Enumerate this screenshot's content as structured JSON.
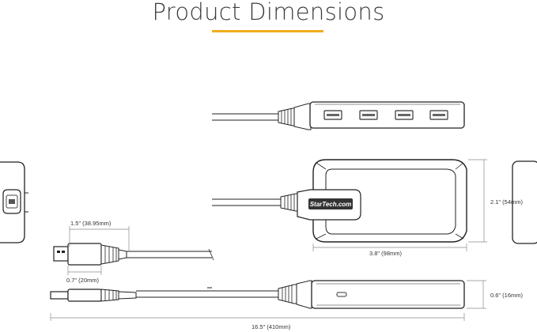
{
  "title": "Product Dimensions",
  "colors": {
    "accent": "#f0ad1c",
    "line": "#222222",
    "dim_line": "#8a8a8a",
    "port": "#444444"
  },
  "brand_text": "StarTech.com",
  "dimensions": {
    "plug_length": "1.5\" (38.95mm)",
    "plug_width": "0.7\" (20mm)",
    "hub_width": "2.1\" (54mm)",
    "hub_length": "3.8\" (98mm)",
    "hub_height": "0.6\" (16mm)",
    "cable_length": "16.5\" (410mm)"
  }
}
